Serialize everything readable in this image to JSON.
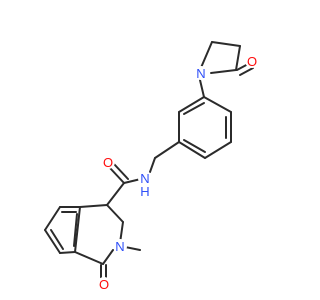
{
  "molecule": {
    "atoms": [
      {
        "id": "O1",
        "label": "O",
        "color": "#ff0d0d"
      },
      {
        "id": "N1",
        "label": "N",
        "color": "#3050f8"
      },
      {
        "id": "NH",
        "label": "N",
        "color": "#3050f8"
      },
      {
        "id": "H1",
        "label": "H",
        "color": "#3050f8"
      },
      {
        "id": "O2",
        "label": "O",
        "color": "#ff0d0d"
      },
      {
        "id": "N2",
        "label": "N",
        "color": "#3050f8"
      },
      {
        "id": "O3",
        "label": "O",
        "color": "#ff0d0d"
      }
    ],
    "bond_color": "#2b2b2b"
  }
}
